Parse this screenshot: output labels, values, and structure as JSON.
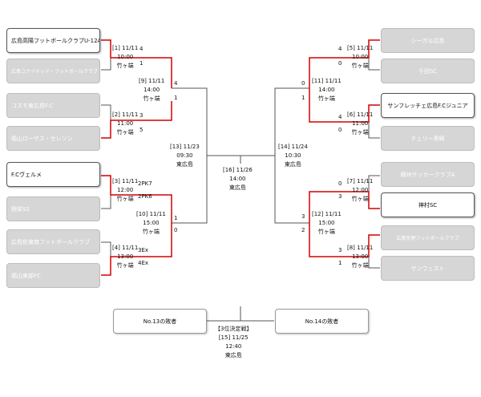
{
  "left_teams": [
    "広島高陽フットボールクラブU-12A",
    "広島ユナイテッド・フットボールクラブ",
    "コスモ東広島F.C",
    "福山ローザス・セレソン",
    "F.Cヴェルメ",
    "野栄SS",
    "広島佐東南フットボールクラブ",
    "福山東部FC"
  ],
  "right_teams": [
    "シーガル広島",
    "千田SC",
    "サンフレッチェ広島F.Cジュニア",
    "チェリー黒崎",
    "鴎州サッカークラブA",
    "神村SC",
    "広島矢野フットボールクラブ",
    "サンウェスト"
  ],
  "r1_left": [
    {
      "no": "[1]",
      "date": "11/11",
      "time": "10:00",
      "venue": "竹ヶ端",
      "s1": "4",
      "s2": "1"
    },
    {
      "no": "[2]",
      "date": "11/11",
      "time": "11:00",
      "venue": "竹ヶ端",
      "s1": "3",
      "s2": "5"
    },
    {
      "no": "[3]",
      "date": "11/11",
      "time": "12:00",
      "venue": "竹ヶ端",
      "s1": "2PK7",
      "s2": "2PK6"
    },
    {
      "no": "[4]",
      "date": "11/11",
      "time": "13:00",
      "venue": "竹ヶ端",
      "s1": "3Ex",
      "s2": "4Ex"
    }
  ],
  "r1_right": [
    {
      "no": "[5]",
      "date": "11/11",
      "time": "10:00",
      "venue": "竹ヶ端",
      "s1": "4",
      "s2": "0"
    },
    {
      "no": "[6]",
      "date": "11/11",
      "time": "11:00",
      "venue": "竹ヶ端",
      "s1": "4",
      "s2": "0"
    },
    {
      "no": "[7]",
      "date": "11/11",
      "time": "12:00",
      "venue": "竹ヶ端",
      "s1": "0",
      "s2": "3"
    },
    {
      "no": "[8]",
      "date": "11/11",
      "time": "13:00",
      "venue": "竹ヶ端",
      "s1": "3",
      "s2": "1"
    }
  ],
  "r2_left": [
    {
      "no": "[9]",
      "date": "11/11",
      "time": "14:00",
      "venue": "竹ヶ端",
      "s1": "4",
      "s2": "1"
    },
    {
      "no": "[10]",
      "date": "11/11",
      "time": "15:00",
      "venue": "竹ヶ端",
      "s1": "1",
      "s2": "0"
    }
  ],
  "r2_right": [
    {
      "no": "[11]",
      "date": "11/11",
      "time": "14:00",
      "venue": "竹ヶ端",
      "s1": "0",
      "s2": "1"
    },
    {
      "no": "[12]",
      "date": "11/11",
      "time": "15:00",
      "venue": "竹ヶ端",
      "s1": "3",
      "s2": "2"
    }
  ],
  "semi_left": {
    "no": "[13]",
    "date": "11/23",
    "time": "09:30",
    "venue": "東広島"
  },
  "semi_right": {
    "no": "[14]",
    "date": "11/24",
    "time": "10:30",
    "venue": "東広島"
  },
  "final": {
    "no": "[16]",
    "date": "11/26",
    "time": "14:00",
    "venue": "東広島"
  },
  "third": {
    "left_label": "No.13の敗者",
    "right_label": "No.14の敗者",
    "title": "【3位決定戦】",
    "no": "[15]",
    "date": "11/25",
    "time": "12:40",
    "venue": "東広島"
  },
  "colors": {
    "winner_line": "#d40000",
    "line": "#555555",
    "loser_box": "#d6d6d6"
  }
}
